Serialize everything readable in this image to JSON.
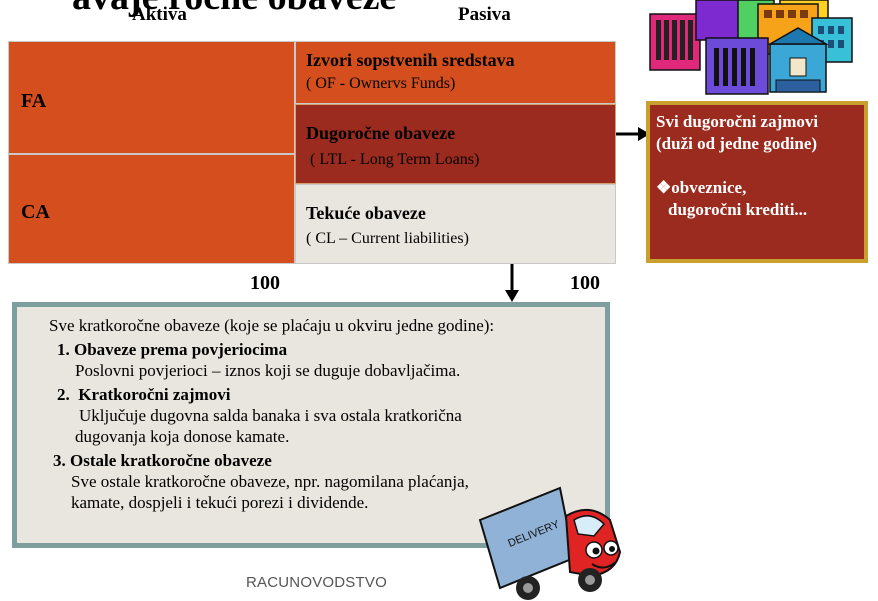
{
  "title": "avaje ročne obaveze",
  "header": {
    "aktiva": "Aktiva",
    "pasiva": "Pasiva"
  },
  "assets": {
    "fa": "FA",
    "ca": "CA"
  },
  "liabilities": {
    "of_title": "Izvori  sopstvenih sredstava",
    "of_sub": "( OF - Ownervs Funds)",
    "ltl_title": "Dugoročne obaveze",
    "ltl_sub": "( LTL - Long Term Loans)",
    "cl_title": "Tekuće obaveze",
    "cl_sub": "( CL – Current  liabilities)"
  },
  "totals": {
    "left": "100",
    "right": "100"
  },
  "long_term_note": {
    "line1": "Svi dugoročni zajmovi",
    "line2": "(duži od jedne godine)",
    "bullet": "❖",
    "line3": "obveznice,",
    "line4": "dugoročni krediti..."
  },
  "short_term_note": {
    "intro": "Sve kratkoročne obaveze (koje se plaćaju u okviru jedne godine):",
    "items": [
      {
        "num": "1.",
        "title": "Obaveze prema povjeriocima",
        "lines": [
          "Poslovni povjerioci – iznos koji se duguje dobavljačima."
        ]
      },
      {
        "num": "2.",
        "title": "Kratkoročni zajmovi",
        "lines": [
          "Uključuje dugovna salda banaka i sva ostala kratkorična",
          "dugovanja koja donose kamate."
        ]
      },
      {
        "num": "3.",
        "title": "Ostale kratkoročne obaveze",
        "lines": [
          "Sve ostale kratkoročne obaveze, npr. nagomilana plaćanja,",
          "kamate, dospjeli i  tekući porezi i dividende."
        ]
      }
    ]
  },
  "truck_label": "DELIVERY",
  "footer": "RACUNOVODSTVO",
  "colors": {
    "orange": "#d54e1d",
    "dark_red": "#9b2b1f",
    "beige": "#e9e6df",
    "gold_border": "#c9a02e",
    "teal_border": "#7f9e9e"
  }
}
